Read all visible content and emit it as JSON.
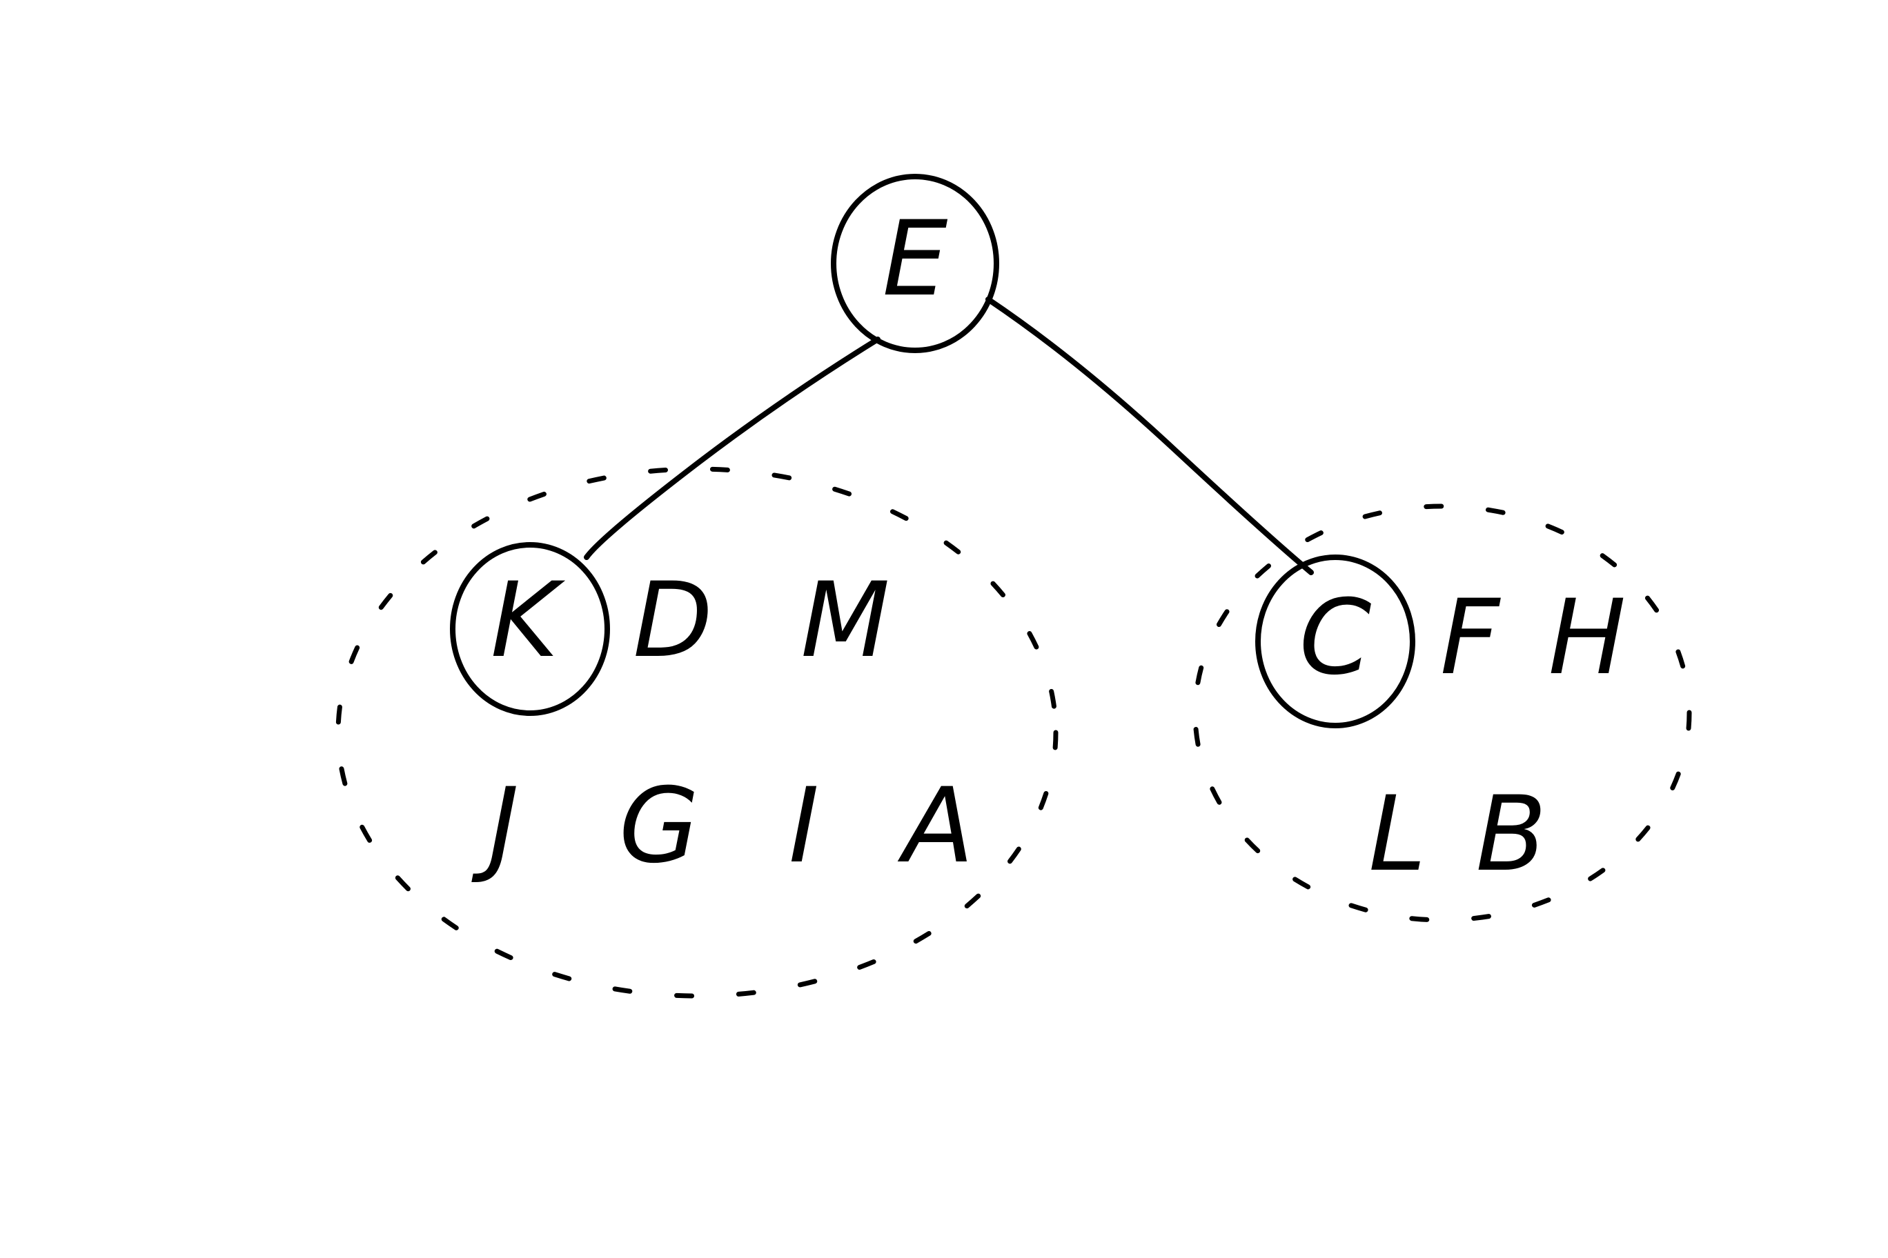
{
  "root": {
    "label": "E"
  },
  "left_group": {
    "representative": "K",
    "members": [
      "K",
      "D",
      "M",
      "J",
      "G",
      "I",
      "A"
    ]
  },
  "right_group": {
    "representative": "C",
    "members": [
      "C",
      "F",
      "H",
      "L",
      "B"
    ]
  },
  "colors": {
    "ink": "#000000",
    "background": "#ffffff"
  }
}
